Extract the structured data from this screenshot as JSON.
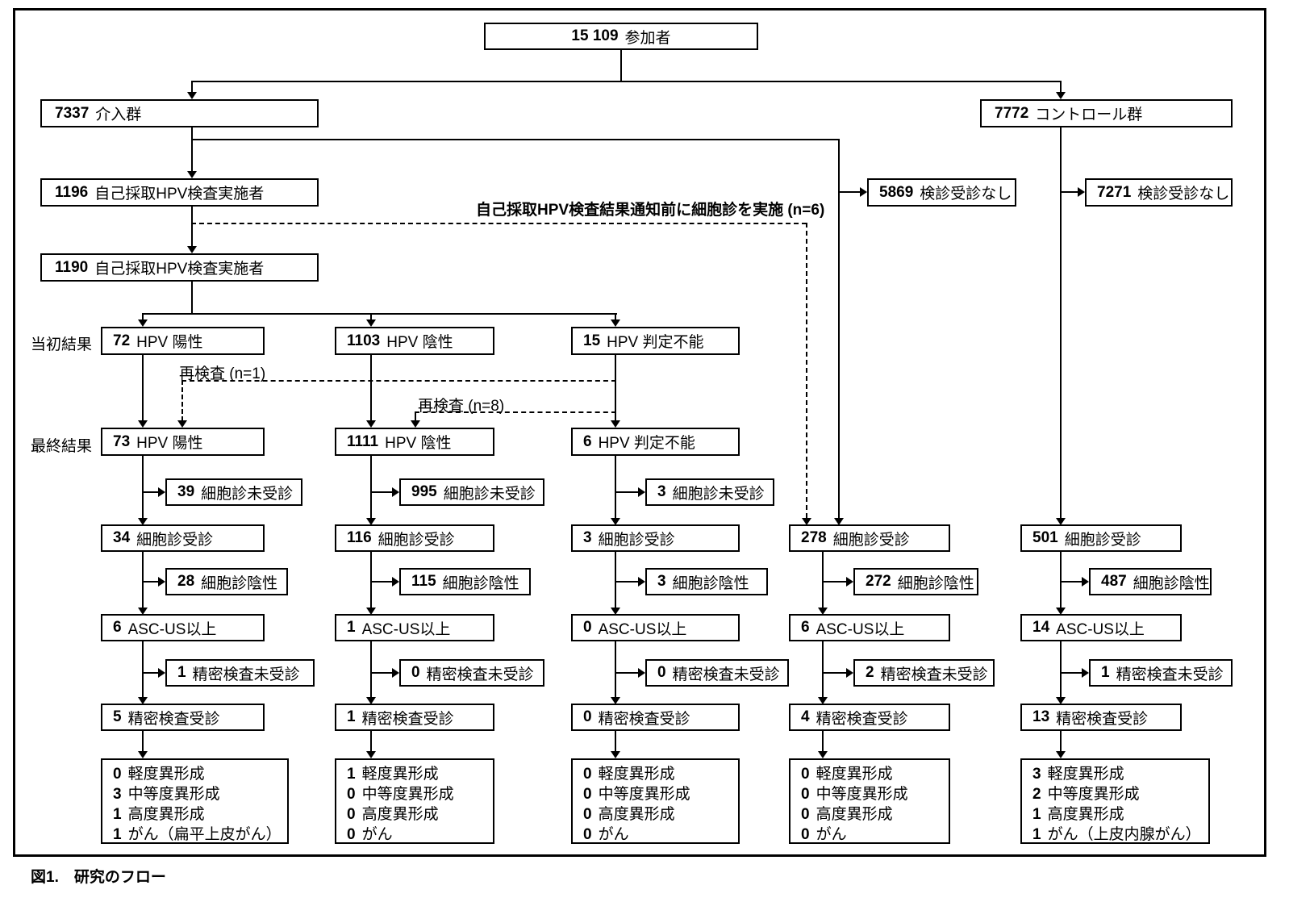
{
  "caption": "図1.　研究のフロー",
  "colors": {
    "line": "#000000",
    "background": "#ffffff"
  },
  "row_labels": {
    "initial": "当初結果",
    "final": "最終結果"
  },
  "annotations": {
    "pre_notification_cytology": "自己採取HPV検査結果通知前に細胞診を実施 (n=6)",
    "retest_n1": "再検査 (n=1)",
    "retest_n8": "再検査 (n=8)"
  },
  "top": {
    "participants": {
      "num": "15 109",
      "label": "参加者"
    },
    "intervention": {
      "num": "7337",
      "label": "介入群"
    },
    "control": {
      "num": "7772",
      "label": "コントロール群"
    },
    "self_test_returned": {
      "num": "1196",
      "label": "自己採取HPV検査実施者"
    },
    "self_test_valid": {
      "num": "1190",
      "label": "自己採取HPV検査実施者"
    },
    "intervention_no_screening": {
      "num": "5869",
      "label": "検診受診なし"
    },
    "control_no_screening": {
      "num": "7271",
      "label": "検診受診なし"
    }
  },
  "initial_results": {
    "positive": {
      "num": "72",
      "label": "HPV 陽性"
    },
    "negative": {
      "num": "1103",
      "label": "HPV 陰性"
    },
    "invalid": {
      "num": "15",
      "label": "HPV 判定不能"
    }
  },
  "final_results": {
    "positive": {
      "num": "73",
      "label": "HPV 陽性"
    },
    "negative": {
      "num": "1111",
      "label": "HPV 陰性"
    },
    "invalid": {
      "num": "6",
      "label": "HPV 判定不能"
    }
  },
  "columns": [
    {
      "id": "hpv-positive",
      "cytology_missed": {
        "num": "39",
        "label": "細胞診未受診"
      },
      "cytology_attended": {
        "num": "34",
        "label": "細胞診受診"
      },
      "cytology_negative": {
        "num": "28",
        "label": "細胞診陰性"
      },
      "ascus_or_worse": {
        "num": "6",
        "label": "ASC-US以上"
      },
      "workup_missed": {
        "num": "1",
        "label": "精密検査未受診"
      },
      "workup_attended": {
        "num": "5",
        "label": "精密検査受診"
      },
      "outcomes": [
        {
          "num": "0",
          "label": "軽度異形成"
        },
        {
          "num": "3",
          "label": "中等度異形成"
        },
        {
          "num": "1",
          "label": "高度異形成"
        },
        {
          "num": "1",
          "label": "がん（扁平上皮がん）"
        }
      ]
    },
    {
      "id": "hpv-negative",
      "cytology_missed": {
        "num": "995",
        "label": "細胞診未受診"
      },
      "cytology_attended": {
        "num": "116",
        "label": "細胞診受診"
      },
      "cytology_negative": {
        "num": "115",
        "label": "細胞診陰性"
      },
      "ascus_or_worse": {
        "num": "1",
        "label": "ASC-US以上"
      },
      "workup_missed": {
        "num": "0",
        "label": "精密検査未受診"
      },
      "workup_attended": {
        "num": "1",
        "label": "精密検査受診"
      },
      "outcomes": [
        {
          "num": "1",
          "label": "軽度異形成"
        },
        {
          "num": "0",
          "label": "中等度異形成"
        },
        {
          "num": "0",
          "label": "高度異形成"
        },
        {
          "num": "0",
          "label": "がん"
        }
      ]
    },
    {
      "id": "hpv-invalid",
      "cytology_missed": {
        "num": "3",
        "label": "細胞診未受診"
      },
      "cytology_attended": {
        "num": "3",
        "label": "細胞診受診"
      },
      "cytology_negative": {
        "num": "3",
        "label": "細胞診陰性"
      },
      "ascus_or_worse": {
        "num": "0",
        "label": "ASC-US以上"
      },
      "workup_missed": {
        "num": "0",
        "label": "精密検査未受診"
      },
      "workup_attended": {
        "num": "0",
        "label": "精密検査受診"
      },
      "outcomes": [
        {
          "num": "0",
          "label": "軽度異形成"
        },
        {
          "num": "0",
          "label": "中等度異形成"
        },
        {
          "num": "0",
          "label": "高度異形成"
        },
        {
          "num": "0",
          "label": "がん"
        }
      ]
    },
    {
      "id": "intervention-direct-cytology",
      "cytology_attended": {
        "num": "278",
        "label": "細胞診受診"
      },
      "cytology_negative": {
        "num": "272",
        "label": "細胞診陰性"
      },
      "ascus_or_worse": {
        "num": "6",
        "label": "ASC-US以上"
      },
      "workup_missed": {
        "num": "2",
        "label": "精密検査未受診"
      },
      "workup_attended": {
        "num": "4",
        "label": "精密検査受診"
      },
      "outcomes": [
        {
          "num": "0",
          "label": "軽度異形成"
        },
        {
          "num": "0",
          "label": "中等度異形成"
        },
        {
          "num": "0",
          "label": "高度異形成"
        },
        {
          "num": "0",
          "label": "がん"
        }
      ]
    },
    {
      "id": "control-cytology",
      "cytology_attended": {
        "num": "501",
        "label": "細胞診受診"
      },
      "cytology_negative": {
        "num": "487",
        "label": "細胞診陰性"
      },
      "ascus_or_worse": {
        "num": "14",
        "label": "ASC-US以上"
      },
      "workup_missed": {
        "num": "1",
        "label": "精密検査未受診"
      },
      "workup_attended": {
        "num": "13",
        "label": "精密検査受診"
      },
      "outcomes": [
        {
          "num": "3",
          "label": "軽度異形成"
        },
        {
          "num": "2",
          "label": "中等度異形成"
        },
        {
          "num": "1",
          "label": "高度異形成"
        },
        {
          "num": "1",
          "label": "がん（上皮内腺がん）"
        }
      ]
    }
  ]
}
